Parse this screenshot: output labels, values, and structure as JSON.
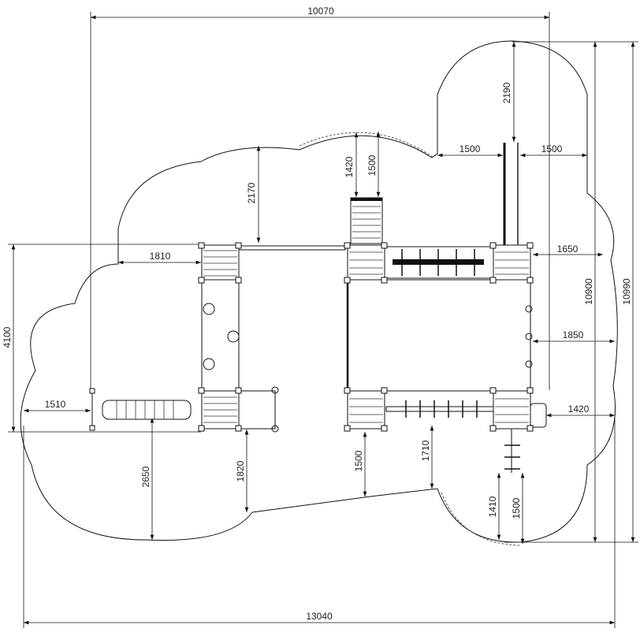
{
  "drawing": {
    "dimensions": {
      "overall_width_top": "10070",
      "overall_width_bottom": "13040",
      "overall_height_inner": "10900",
      "overall_height_outer": "10990",
      "left_height": "4100",
      "tower_top": "2190",
      "tower_left": "1500",
      "tower_right": "1500",
      "slide_top_a": "1420",
      "slide_top_b": "1500",
      "bridge_top": "2170",
      "left_deck_offset": "1810",
      "right_deck_offset": "1650",
      "right_rings_offset": "1850",
      "left_ladder_offset": "1510",
      "right_lower_offset": "1420",
      "left_bottom": "2650",
      "mid_left_bottom": "1820",
      "mid_bottom": "1500",
      "mid_right_bottom": "1710",
      "right_bottom_a": "1410",
      "right_bottom_b": "1500"
    }
  }
}
